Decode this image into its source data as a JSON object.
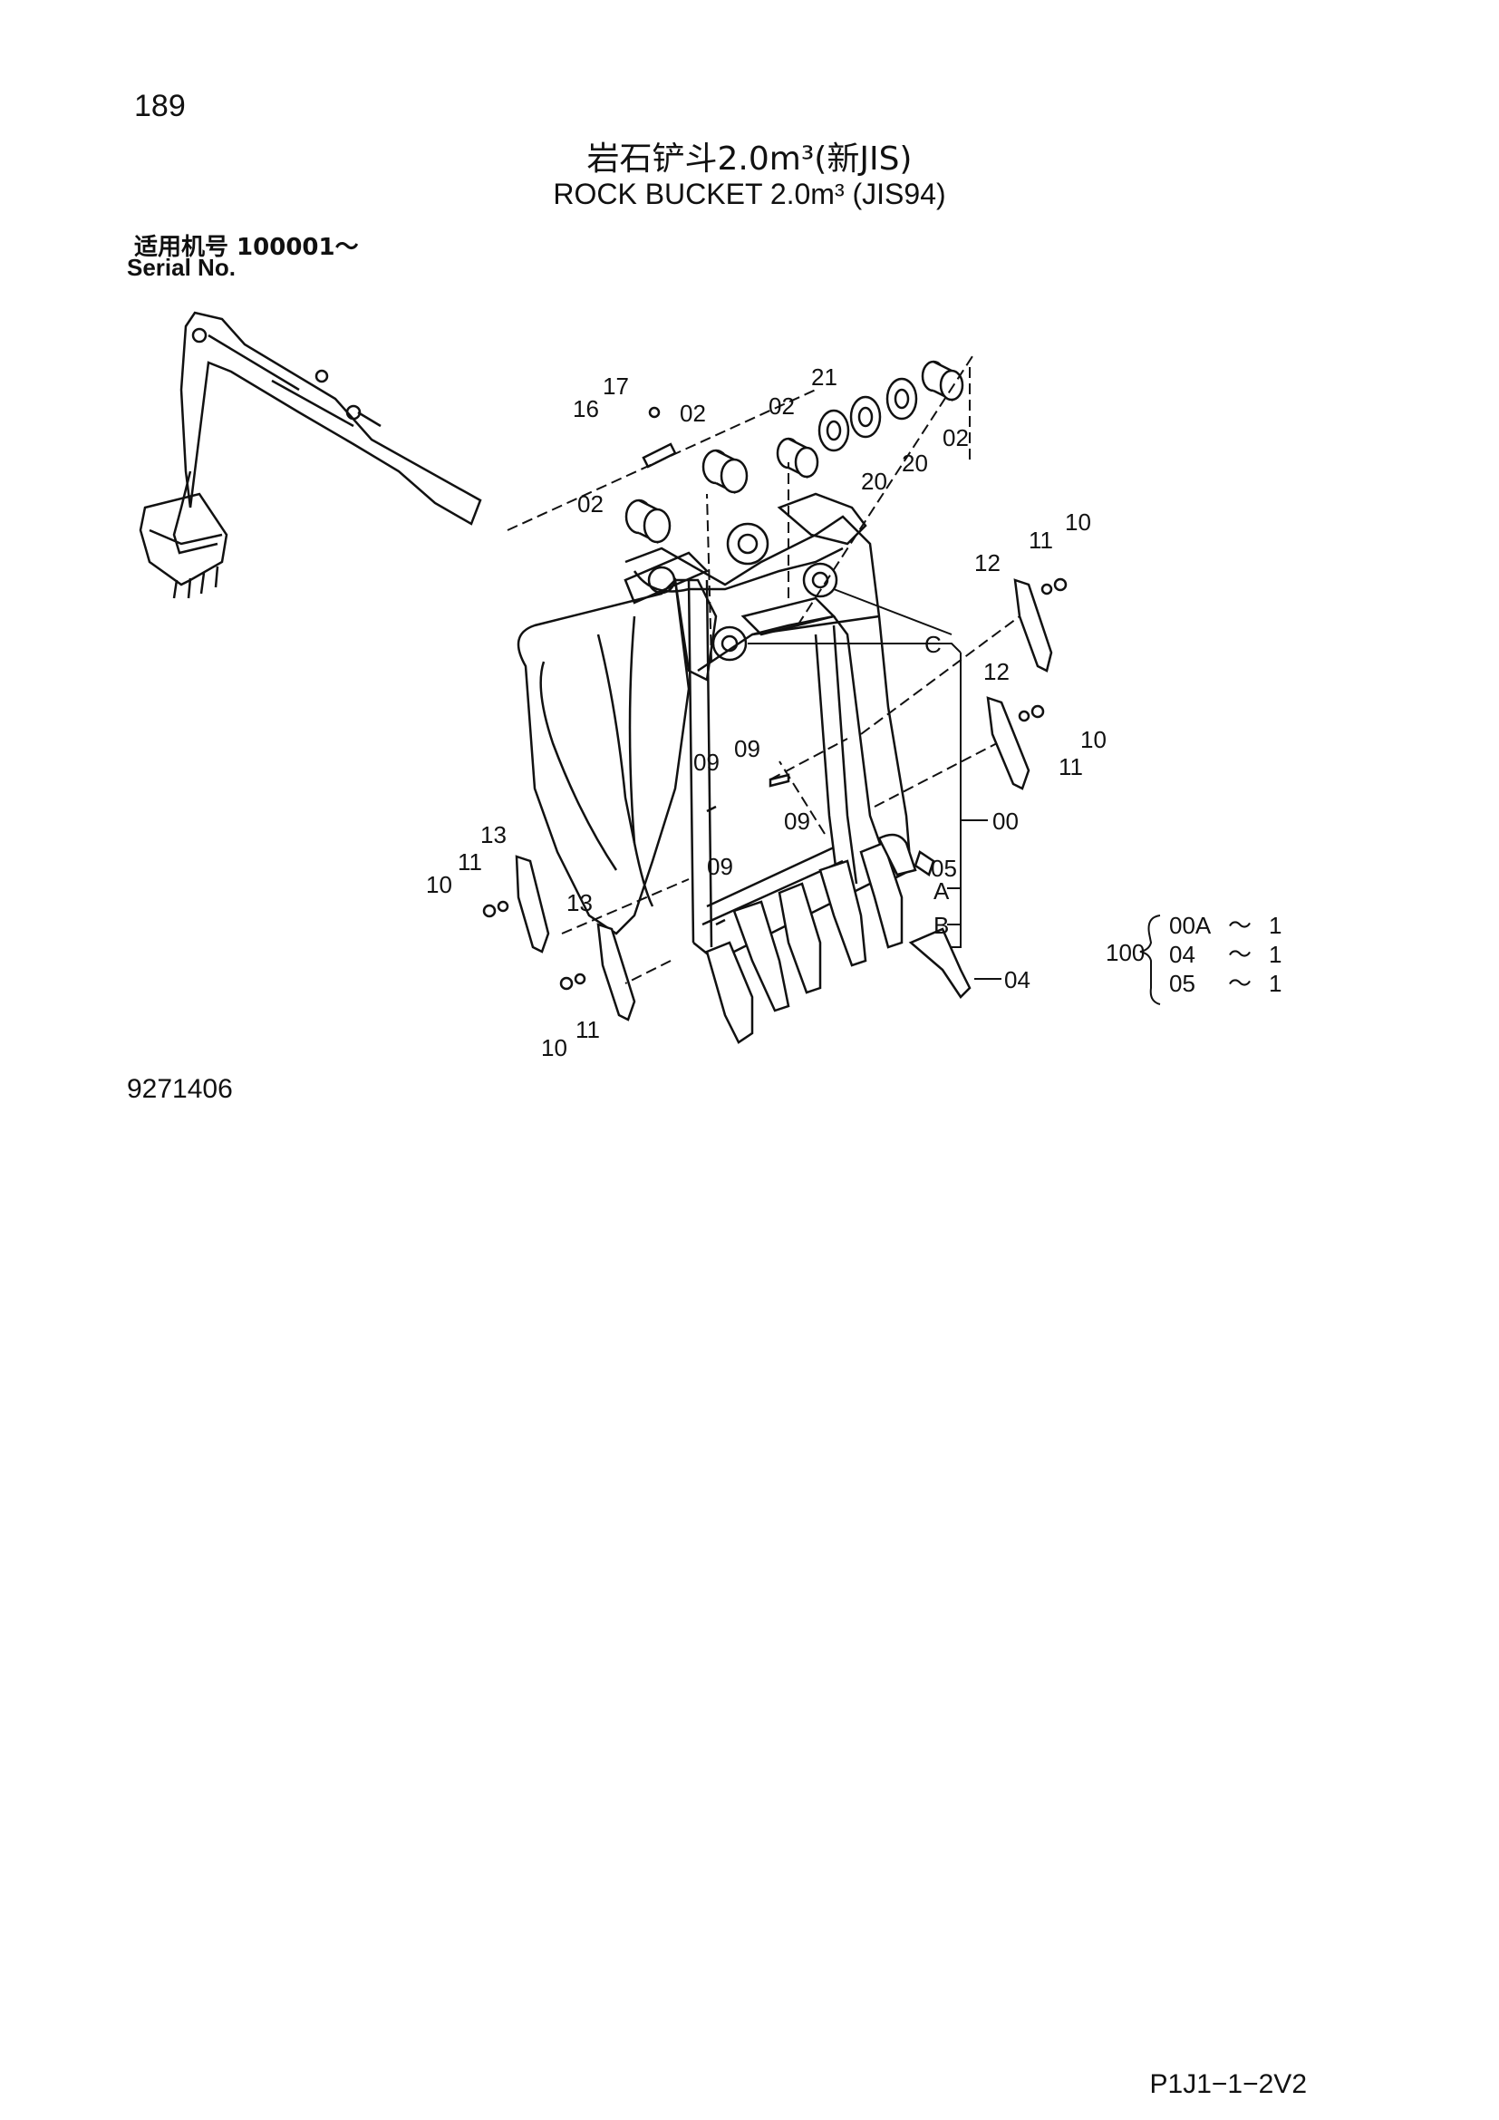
{
  "page_number": "189",
  "title_cn": "岩石铲斗2.0m³(新JIS)",
  "title_en": "ROCK BUCKET 2.0m³ (JIS94)",
  "serial_cn": "适用机号  100001～",
  "serial_en": "Serial No.",
  "part_labels": {
    "p00": "00",
    "p02a": "02",
    "p02b": "02",
    "p02c": "02",
    "p02d": "02",
    "p04": "04",
    "p05": "05",
    "p09a": "09",
    "p09b": "09",
    "p09c": "09",
    "p09d": "09",
    "p10a": "10",
    "p10b": "10",
    "p10c": "10",
    "p10d": "10",
    "p11a": "11",
    "p11b": "11",
    "p11c": "11",
    "p11d": "11",
    "p12a": "12",
    "p12b": "12",
    "p13a": "13",
    "p13b": "13",
    "p16": "16",
    "p17": "17",
    "p20a": "20",
    "p20b": "20",
    "p21": "21",
    "ref_a": "A",
    "ref_b": "B",
    "ref_c": "C"
  },
  "assembly": {
    "number": "100",
    "rows": [
      {
        "part": "00A",
        "sym": "～",
        "qty": "1"
      },
      {
        "part": "04",
        "sym": "～",
        "qty": "1"
      },
      {
        "part": "05",
        "sym": "～",
        "qty": "1"
      }
    ]
  },
  "drawing_number": "9271406",
  "page_code": "P1J1−1−2V2"
}
